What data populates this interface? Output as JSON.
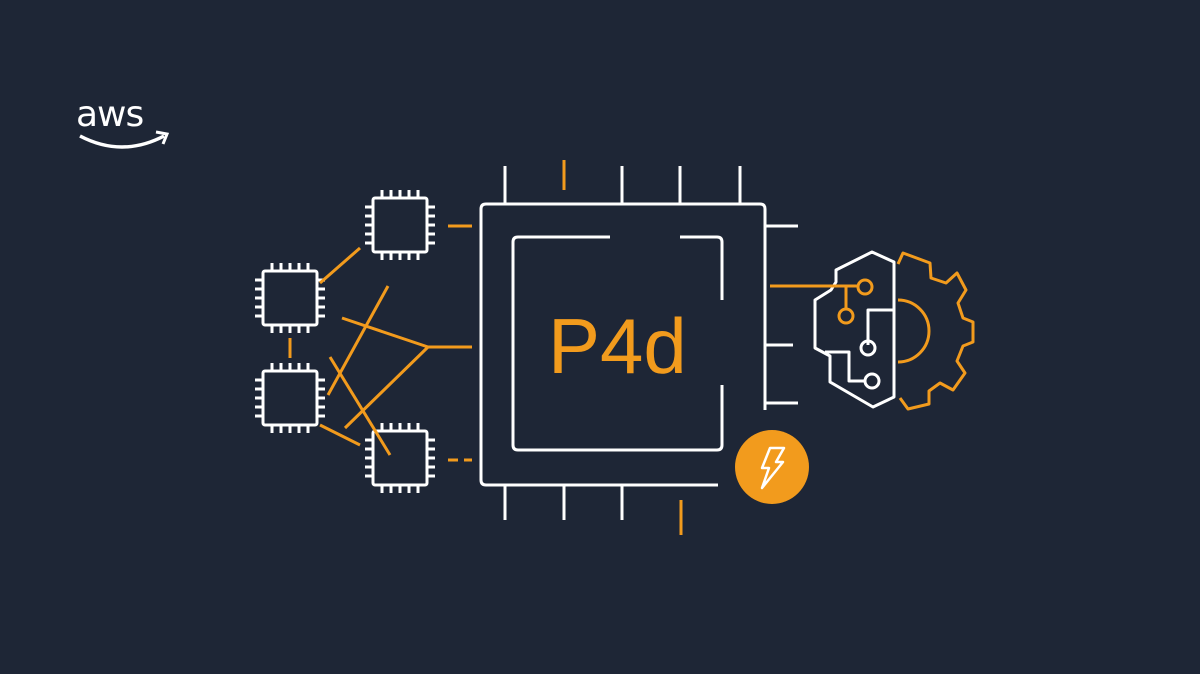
{
  "brand": {
    "logo_text": "aws"
  },
  "diagram": {
    "main_chip_label": "P4d",
    "colors": {
      "background": "#1e2636",
      "accent": "#f29b1d",
      "line": "#ffffff"
    },
    "icons": [
      "aws-logo",
      "processor-chip-icon",
      "lightning-bolt-icon",
      "brain-gear-icon"
    ]
  }
}
